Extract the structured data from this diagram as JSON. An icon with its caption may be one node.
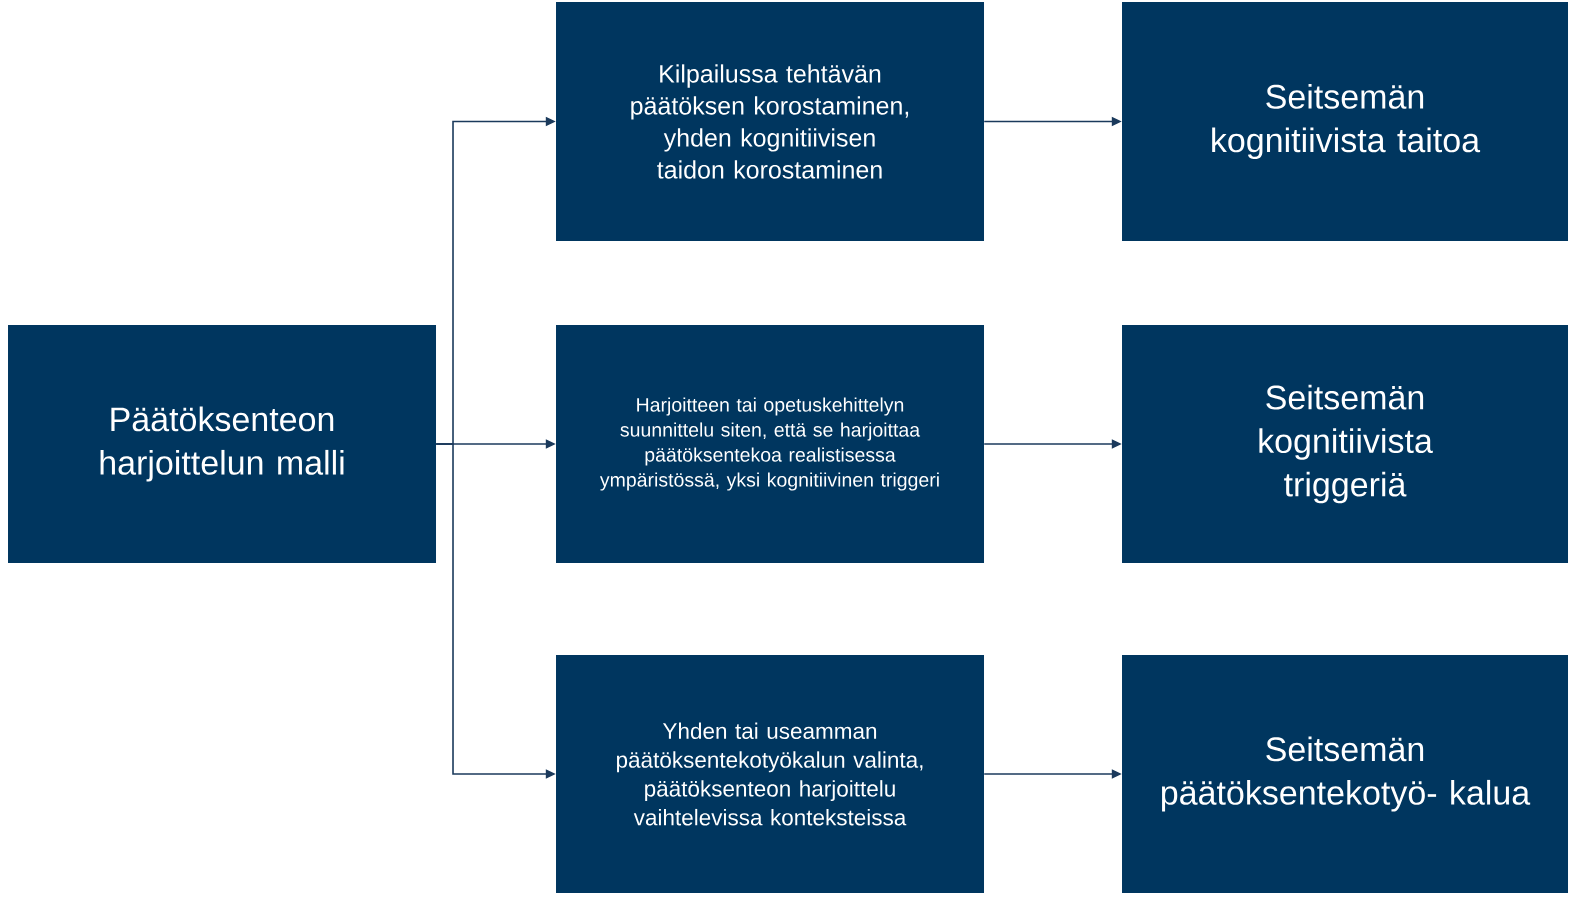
{
  "diagram": {
    "nodes": [
      {
        "text": [
          "Päätöksenteon harjoittelun malli"
        ]
      },
      {
        "text": [
          "Kilpailussa tehtävän päätöksen korostaminen, yhden kognitiivisen taidon korostaminen"
        ]
      },
      {
        "text": [
          "Harjoitteen tai opetuskehittelyn suunnittelu siten, että se harjoittaa päätöksentekoa realistisessa ympäristössä, yksi kognitiivinen triggeri"
        ]
      },
      {
        "text": [
          "Yhden tai useamman päätöksentekotyökalun valinta, päätöksenteon harjoittelu vaihtelevissa konteksteissa"
        ]
      },
      {
        "text": [
          "Seitsemän kognitiivista taitoa"
        ]
      },
      {
        "text": [
          "Seitsemän kognitiivista triggeriä"
        ]
      },
      {
        "text": [
          "Seitsemän päätöksentekotyö- kalua"
        ]
      }
    ],
    "edges": [
      {
        "from": 0,
        "to": 1,
        "arrow": "to"
      },
      {
        "from": 0,
        "to": 2,
        "arrow": "to"
      },
      {
        "from": 0,
        "to": 3,
        "arrow": "to"
      },
      {
        "from": 1,
        "to": 4,
        "arrow": "to"
      },
      {
        "from": 2,
        "to": 5,
        "arrow": "to"
      },
      {
        "from": 3,
        "to": 6,
        "arrow": "to"
      }
    ]
  }
}
